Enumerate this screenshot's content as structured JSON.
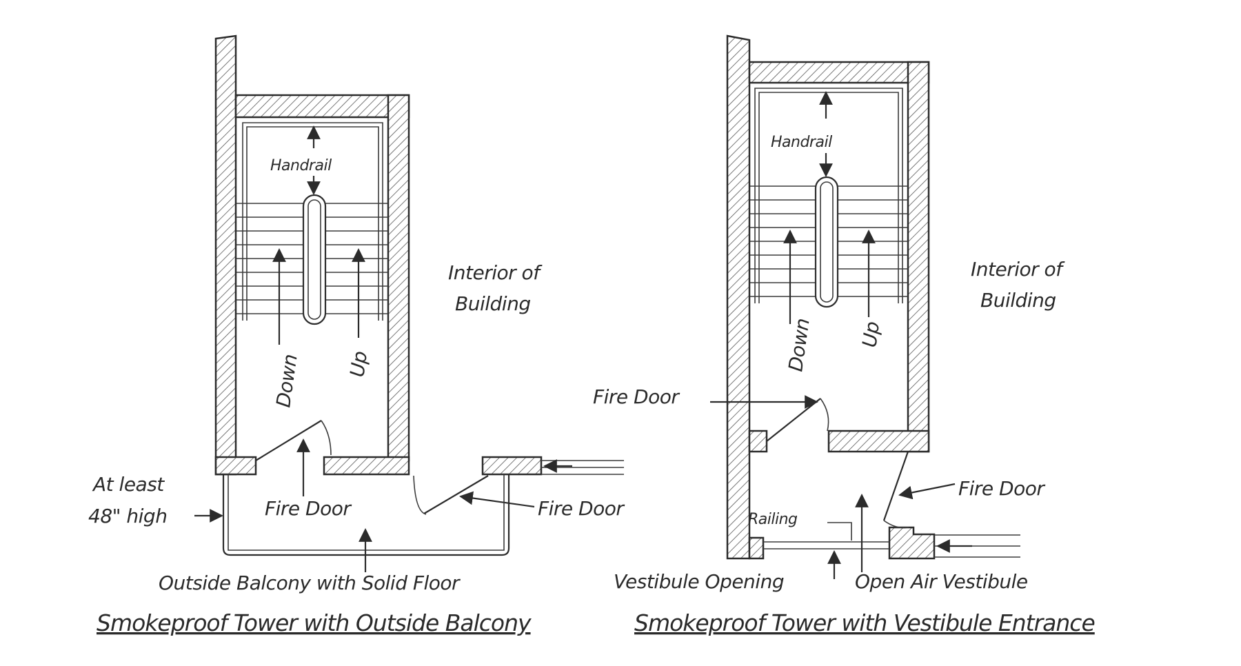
{
  "left_plan": {
    "handrail": "Handrail",
    "down": "Down",
    "up": "Up",
    "interior_line1": "Interior of",
    "interior_line2": "Building",
    "fire_door_inner": "Fire Door",
    "fire_door_outer": "Fire Door",
    "railing_note_line1": "At least",
    "railing_note_line2": "48\" high",
    "balcony": "Outside Balcony with Solid Floor",
    "caption": "Smokeproof Tower with Outside Balcony"
  },
  "right_plan": {
    "handrail": "Handrail",
    "down": "Down",
    "up": "Up",
    "interior_line1": "Interior of",
    "interior_line2": "Building",
    "fire_door_upper": "Fire Door",
    "fire_door_lower": "Fire Door",
    "railing": "Railing",
    "vestibule_opening": "Vestibule Opening",
    "open_air_vestibule": "Open Air Vestibule",
    "caption": "Smokeproof Tower with Vestibule Entrance"
  }
}
